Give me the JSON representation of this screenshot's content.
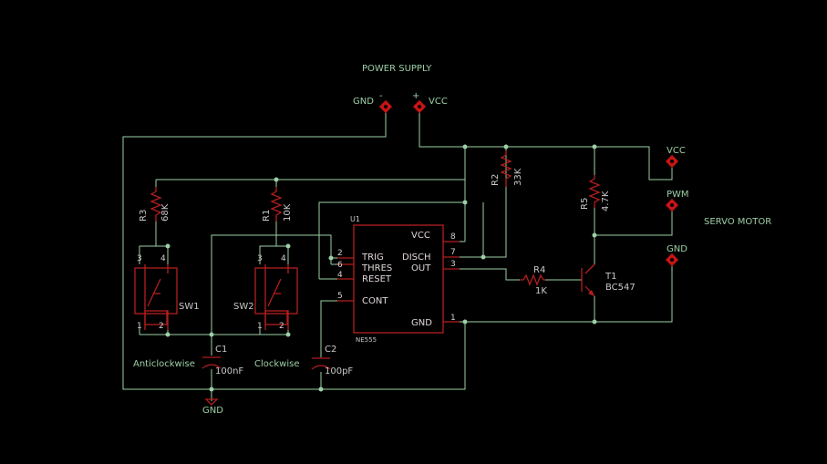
{
  "labels": {
    "power_supply": "POWER SUPPLY",
    "gnd_top": "GND",
    "plus_sign": "+",
    "minus_sign": "-",
    "vcc_top": "VCC",
    "vcc_right": "VCC",
    "pwm": "PWM",
    "servo_motor": "SERVO MOTOR",
    "gnd_right": "GND",
    "gnd_bottom": "GND",
    "anticlockwise": "Anticlockwise",
    "clockwise": "Clockwise"
  },
  "components": {
    "r1": {
      "name": "R1",
      "value": "10K"
    },
    "r2": {
      "name": "R2",
      "value": "33K"
    },
    "r3": {
      "name": "R3",
      "value": "68K"
    },
    "r4": {
      "name": "R4",
      "value": "1K"
    },
    "r5": {
      "name": "R5",
      "value": "4.7K"
    },
    "c1": {
      "name": "C1",
      "value": "100nF"
    },
    "c2": {
      "name": "C2",
      "value": "100pF"
    },
    "t1": {
      "name": "T1",
      "value": "BC547"
    },
    "sw1": {
      "name": "SW1"
    },
    "sw2": {
      "name": "SW2"
    },
    "u1": {
      "name": "U1",
      "value": "NE555"
    }
  },
  "ic_pins": {
    "trig": "TRIG",
    "thres": "THRES",
    "reset": "RESET",
    "cont": "CONT",
    "vcc": "VCC",
    "disch": "DISCH",
    "out": "OUT",
    "gnd": "GND",
    "n2": "2",
    "n6": "6",
    "n4": "4",
    "n5": "5",
    "n8": "8",
    "n7": "7",
    "n3": "3",
    "n1": "1"
  },
  "switch_pins": {
    "p1": "1",
    "p2": "2",
    "p3": "3",
    "p4": "4"
  }
}
